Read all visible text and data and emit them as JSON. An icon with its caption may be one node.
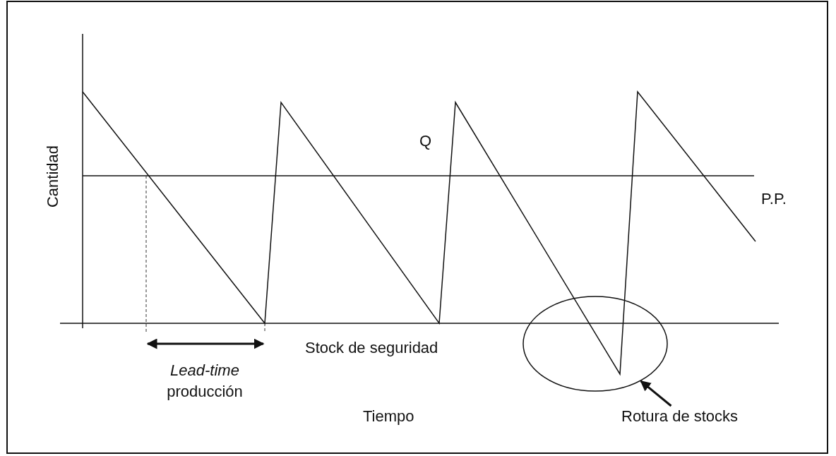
{
  "diagram": {
    "nodes": [
      {
        "text": [
          "Rotura de stocks"
        ]
      },
      {
        "text": [],
        "shape": "circle"
      }
    ],
    "edges": [
      {
        "from": 0,
        "to": 1,
        "arrow": "to"
      }
    ],
    "labels": [
      "Q",
      "Cantidad",
      "P.P.",
      "Stock de seguridad",
      "*Lead-time* producción",
      "Tiempo"
    ]
  }
}
